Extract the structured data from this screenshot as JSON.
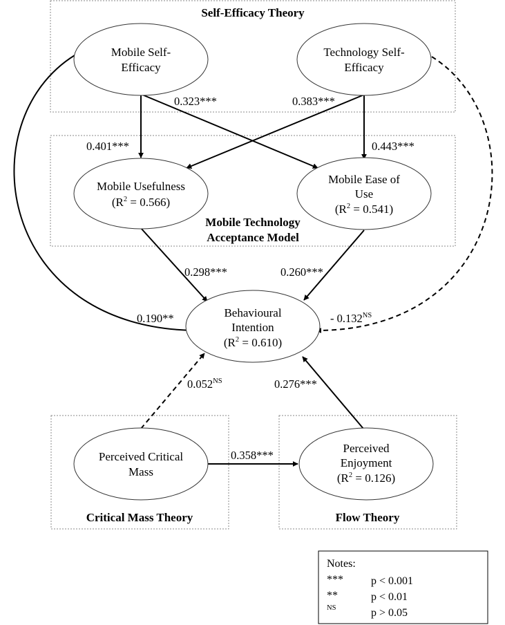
{
  "groups": {
    "self_efficacy": "Self-Efficacy Theory",
    "tam_line1": "Mobile Technology",
    "tam_line2": "Acceptance Model",
    "critical_mass": "Critical Mass Theory",
    "flow": "Flow Theory"
  },
  "nodes": {
    "mobile_self_efficacy": {
      "line1": "Mobile Self-",
      "line2": "Efficacy"
    },
    "technology_self_efficacy": {
      "line1": "Technology Self-",
      "line2": "Efficacy"
    },
    "mobile_usefulness": {
      "line1": "Mobile Usefulness",
      "r2_prefix": "(R",
      "r2_exp": "2",
      "r2_suffix": " = 0.566)"
    },
    "mobile_ease_of_use": {
      "line1": "Mobile Ease of",
      "line2": "Use",
      "r2_prefix": "(R",
      "r2_exp": "2",
      "r2_suffix": " = 0.541)"
    },
    "behavioural_intention": {
      "line1": "Behavioural",
      "line2": "Intention",
      "r2_prefix": "(R",
      "r2_exp": "2",
      "r2_suffix": " = 0.610)"
    },
    "perceived_critical_mass": {
      "line1": "Perceived Critical",
      "line2": "Mass"
    },
    "perceived_enjoyment": {
      "line1": "Perceived",
      "line2": "Enjoyment",
      "r2_prefix": "(R",
      "r2_exp": "2",
      "r2_suffix": " = 0.126)"
    }
  },
  "paths": {
    "mse_to_mu": {
      "value": "0.401***"
    },
    "mse_to_meu": {
      "value": "0.323***"
    },
    "tse_to_mu": {
      "value": "0.383***"
    },
    "tse_to_meu": {
      "value": "0.443***"
    },
    "mu_to_bi": {
      "value": "0.298***"
    },
    "meu_to_bi": {
      "value": "0.260***"
    },
    "mse_to_bi": {
      "value": "0.190**"
    },
    "tse_to_bi": {
      "value": "- 0.132",
      "sup": "NS"
    },
    "pcm_to_bi": {
      "value": "0.052",
      "sup": "NS"
    },
    "pcm_to_pe": {
      "value": "0.358***"
    },
    "pe_to_bi": {
      "value": "0.276***"
    }
  },
  "notes": {
    "title": "Notes:",
    "rows": [
      {
        "symbol": "***",
        "meaning": "p < 0.001"
      },
      {
        "symbol": "**",
        "meaning": "p < 0.01"
      },
      {
        "symbol": "NS",
        "meaning": "p > 0.05"
      }
    ]
  }
}
